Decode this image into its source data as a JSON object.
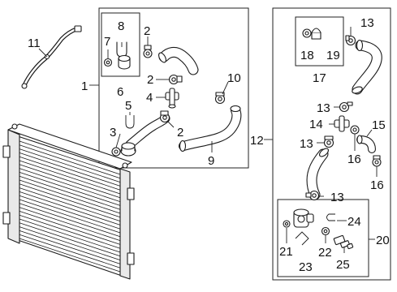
{
  "callouts": {
    "c1": "1",
    "c2a": "2",
    "c2b": "2",
    "c2c": "2",
    "c3": "3",
    "c4": "4",
    "c5": "5",
    "c6": "6",
    "c7": "7",
    "c8": "8",
    "c9": "9",
    "c10": "10",
    "c11": "11",
    "c12": "12",
    "c13a": "13",
    "c13b": "13",
    "c13c": "13",
    "c13d": "13",
    "c14": "14",
    "c15": "15",
    "c16a": "16",
    "c16b": "16",
    "c17": "17",
    "c18": "18",
    "c19": "19",
    "c20": "20",
    "c21": "21",
    "c22": "22",
    "c23": "23",
    "c24": "24",
    "c25": "25"
  }
}
